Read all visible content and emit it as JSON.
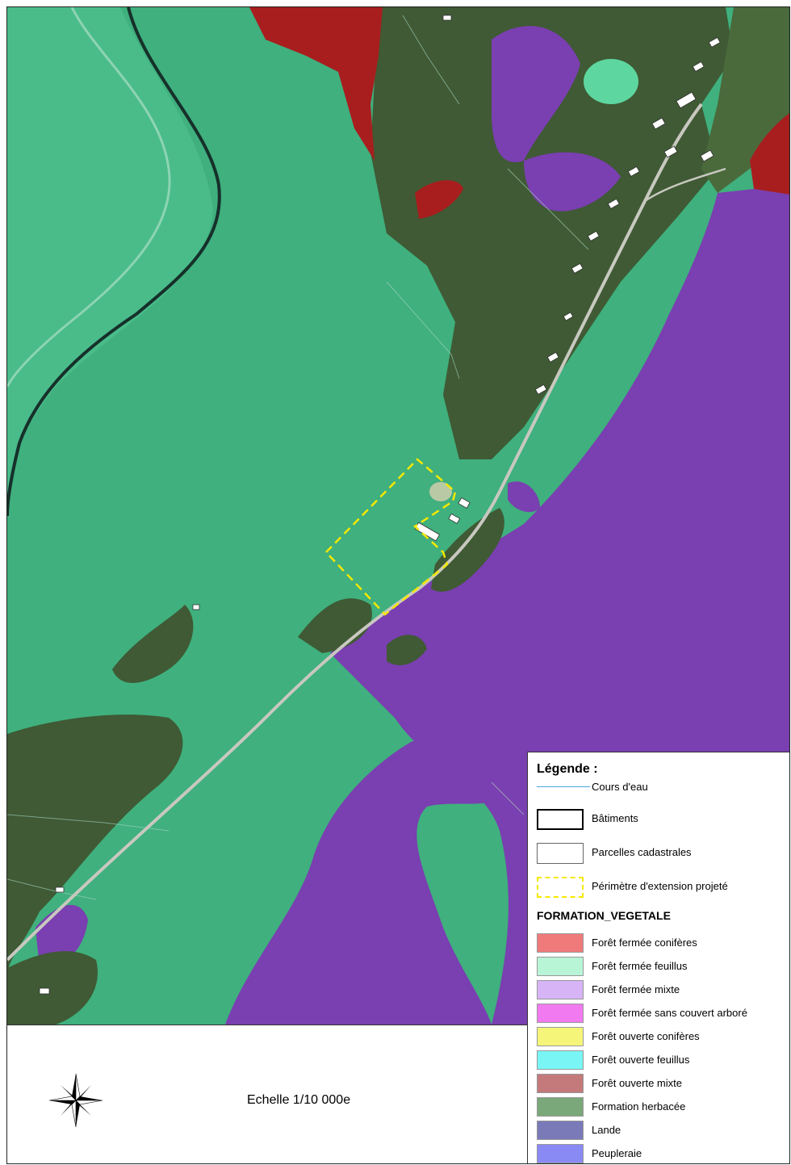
{
  "legend": {
    "title": "Légende :",
    "items": [
      {
        "label": "Cours d'eau",
        "symbol": "line",
        "color": "#4aa8d8"
      },
      {
        "label": "Bâtiments",
        "symbol": "box-thick",
        "color": "#000000"
      },
      {
        "label": "Parcelles cadastrales",
        "symbol": "box-thin",
        "color": "#666666"
      },
      {
        "label": "Périmètre d'extension projeté",
        "symbol": "box-dashed",
        "color": "#f5e800"
      }
    ],
    "section_title": "FORMATION_VEGETALE",
    "formations": [
      {
        "label": "Forêt fermée conifères",
        "color": "#f07a7a"
      },
      {
        "label": "Forêt fermée feuillus",
        "color": "#b8f5d6"
      },
      {
        "label": "Forêt fermée mixte",
        "color": "#d6b4f5"
      },
      {
        "label": "Forêt fermée sans couvert arboré",
        "color": "#f27af0"
      },
      {
        "label": "Forêt ouverte conifères",
        "color": "#f5f57a"
      },
      {
        "label": "Forêt ouverte feuillus",
        "color": "#7af5f5"
      },
      {
        "label": "Forêt ouverte mixte",
        "color": "#c47a7a"
      },
      {
        "label": "Formation herbacée",
        "color": "#7aa87a"
      },
      {
        "label": "Lande",
        "color": "#7a7ab8"
      },
      {
        "label": "Peupleraie",
        "color": "#8a8af5"
      }
    ]
  },
  "footer": {
    "scale": "Echelle 1/10 000e"
  },
  "map_colors": {
    "feuillus": "#3fb07e",
    "feuillus_light": "#4fc290",
    "mixte": "#7a3fb0",
    "conifere": "#a81e1e",
    "herbacee": "#3f5a34",
    "extension": "#f5e800"
  }
}
